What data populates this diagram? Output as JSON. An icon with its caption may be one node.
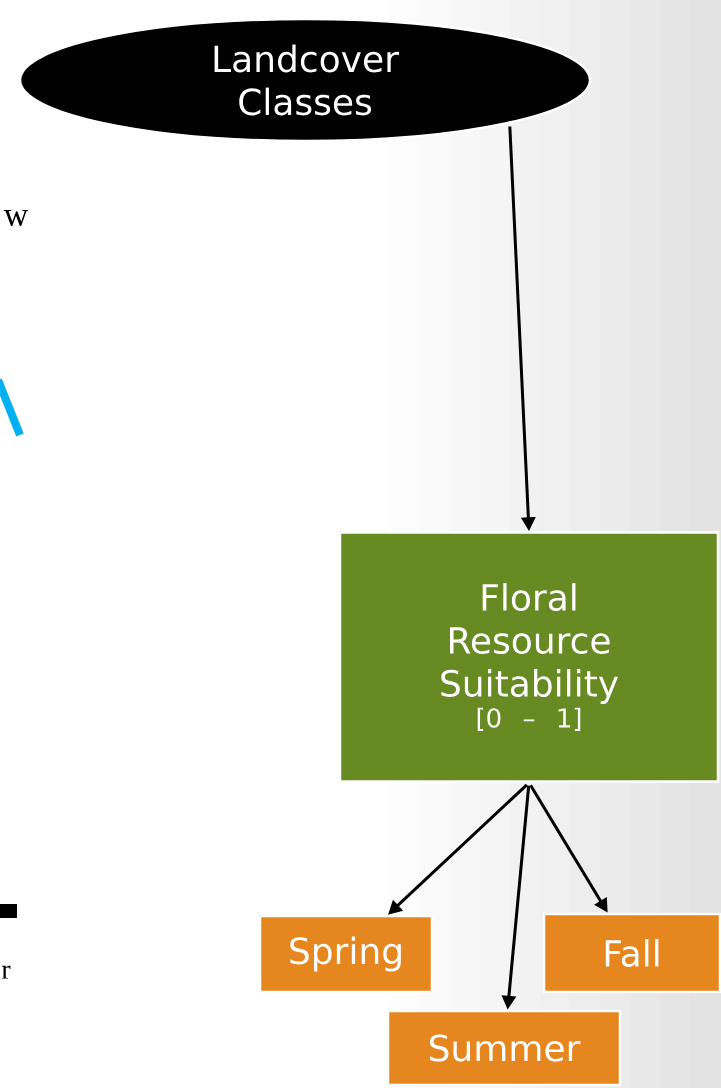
{
  "diagram": {
    "nodes": [
      {
        "text": [
          "Landcover Classes"
        ]
      },
      {
        "text": [
          "Floral Resource Suitability",
          "[0 – 1]"
        ]
      },
      {
        "text": [
          "Spring"
        ]
      },
      {
        "text": [
          "Summer"
        ]
      },
      {
        "text": [
          "Fall"
        ]
      }
    ],
    "edges": [
      {
        "from": 0,
        "to": 1,
        "arrow": "to"
      },
      {
        "from": 1,
        "to": 2,
        "arrow": "to"
      },
      {
        "from": 1,
        "to": 3,
        "arrow": "to"
      },
      {
        "from": 1,
        "to": 4,
        "arrow": "to"
      }
    ],
    "labels": [
      "w",
      "r"
    ]
  }
}
